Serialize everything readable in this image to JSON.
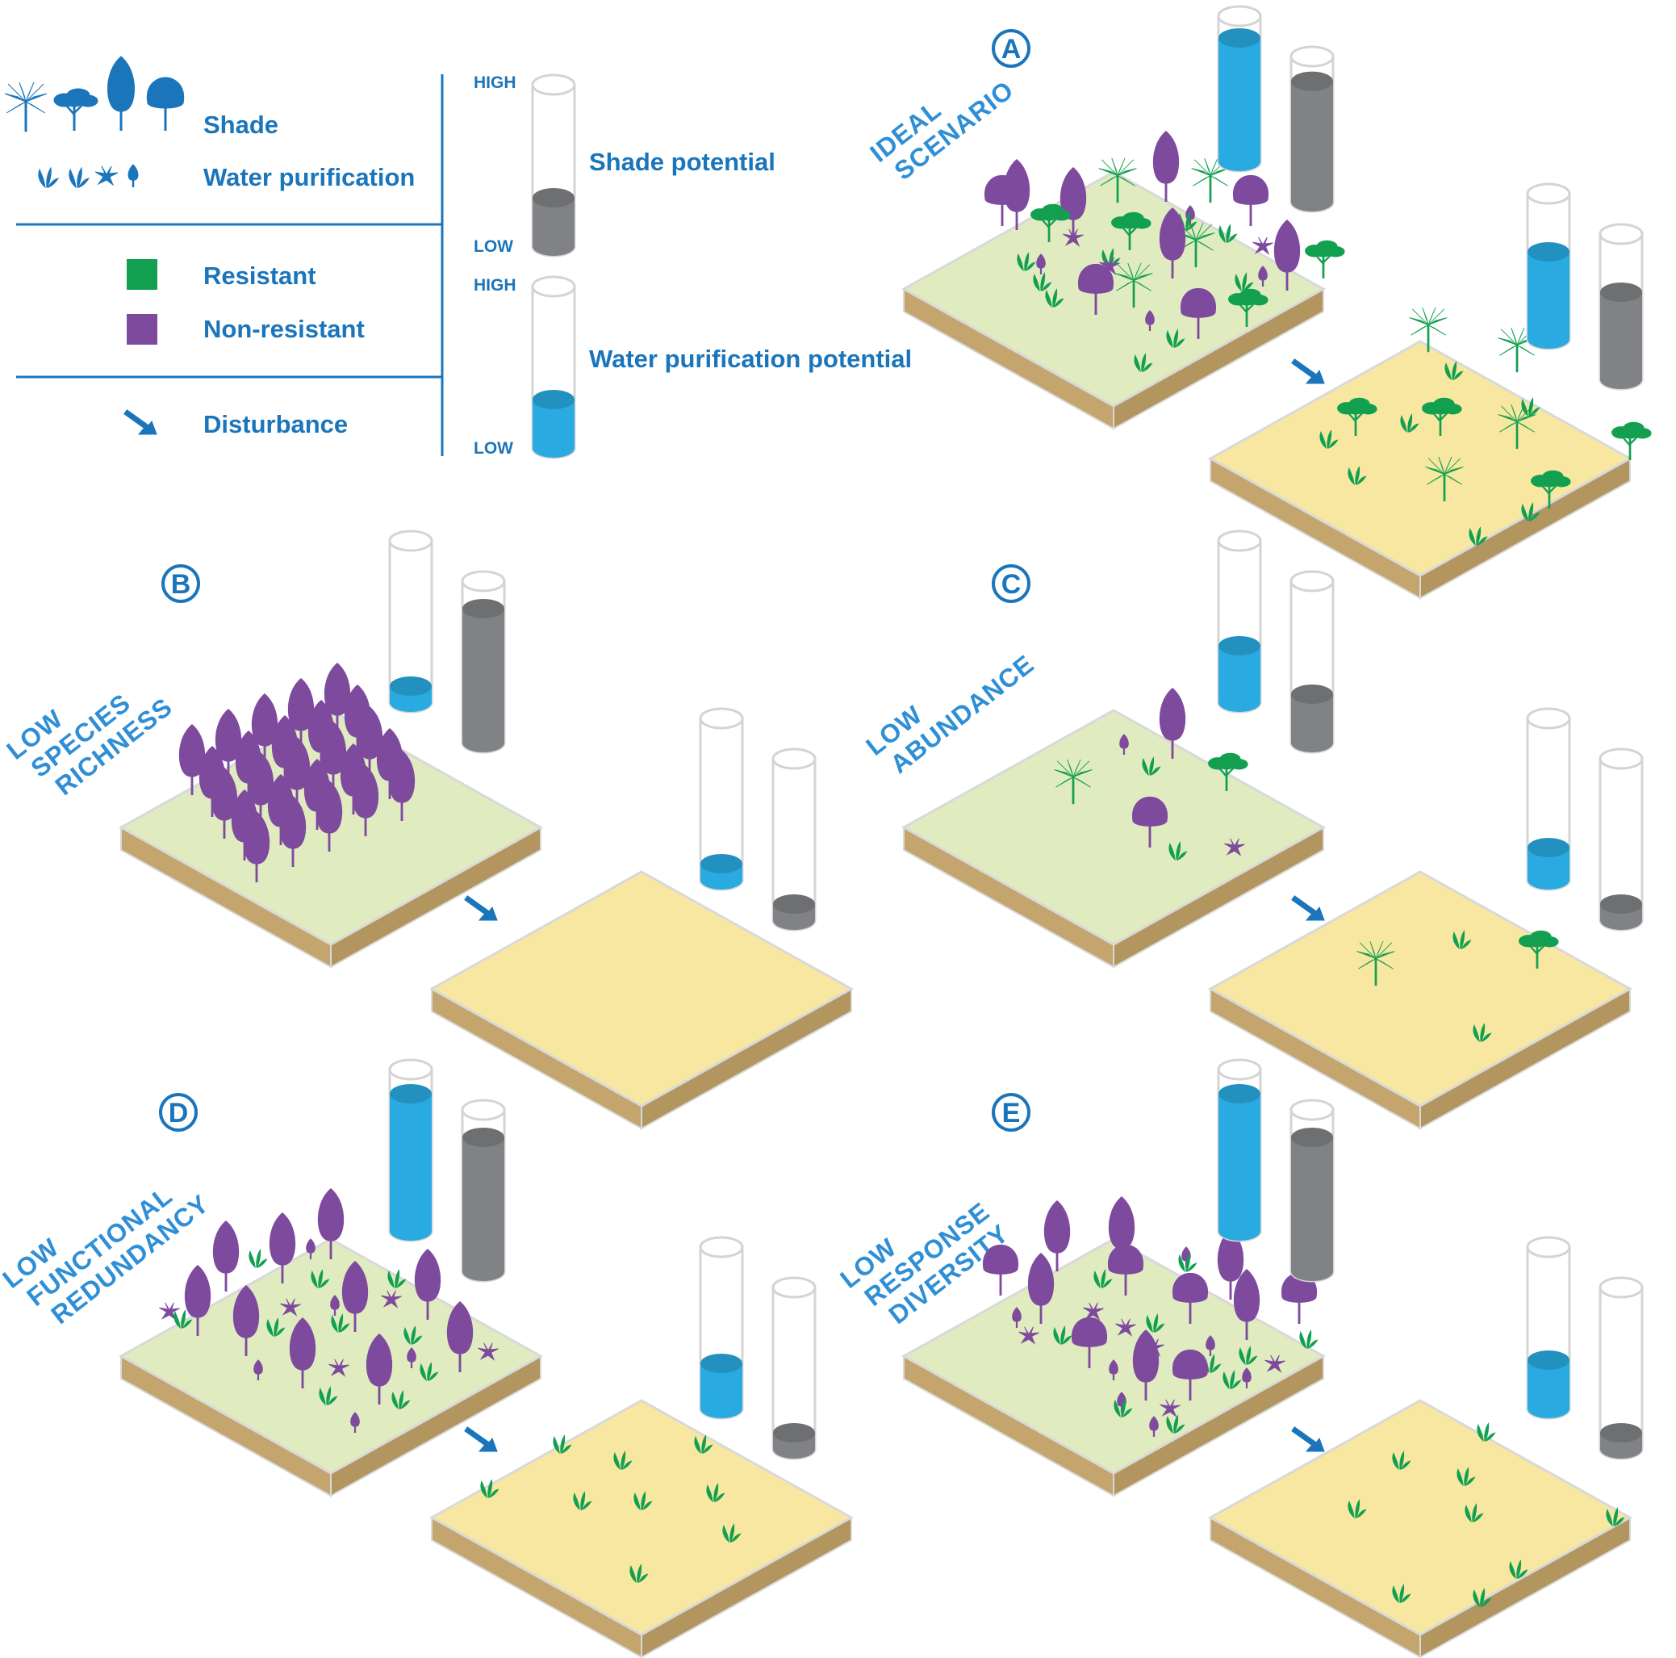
{
  "colors": {
    "accent": "#1b75bb",
    "scenario_text": "#2f8fd6",
    "resistant": "#12a050",
    "non_resistant": "#7e4a9e",
    "water": "#29abe2",
    "shade": "#808285",
    "grass_top": "#e0ebc0",
    "sand_top": "#f7e7a1",
    "soil_side": "#c3a56d"
  },
  "legend": {
    "shade": "Shade",
    "water_purification": "Water purification",
    "resistant": "Resistant",
    "non_resistant": "Non-resistant",
    "disturbance": "Disturbance",
    "high_1": "HIGH",
    "low_1": "LOW",
    "shade_potential": "Shade potential",
    "high_2": "HIGH",
    "low_2": "LOW",
    "water_potential": "Water purification potential",
    "shade_icons": [
      "palm-tree-icon",
      "acacia-tree-icon",
      "tall-tree-icon",
      "round-tree-icon"
    ],
    "water_icons": [
      "grass-tuft-icon",
      "grass-tuft-icon",
      "star-plant-icon",
      "small-tree-icon"
    ],
    "example_water_level": 0.3,
    "example_shade_level": 0.3
  },
  "panels": [
    {
      "letter": "A",
      "scenario": [
        "IDEAL",
        "SCENARIO"
      ],
      "before": {
        "water": 0.85,
        "shade": 0.83
      },
      "after": {
        "water": 0.6,
        "shade": 0.6
      }
    },
    {
      "letter": "B",
      "scenario": [
        "LOW",
        "SPECIES",
        "RICHNESS"
      ],
      "before": {
        "water": 0.1,
        "shade": 0.83
      },
      "after": {
        "water": 0.1,
        "shade": 0.1
      }
    },
    {
      "letter": "C",
      "scenario": [
        "LOW",
        "ABUNDANCE"
      ],
      "before": {
        "water": 0.35,
        "shade": 0.3
      },
      "after": {
        "water": 0.2,
        "shade": 0.1
      }
    },
    {
      "letter": "D",
      "scenario": [
        "LOW",
        "FUNCTIONAL",
        "REDUNDANCY"
      ],
      "before": {
        "water": 0.85,
        "shade": 0.83
      },
      "after": {
        "water": 0.28,
        "shade": 0.1
      }
    },
    {
      "letter": "E",
      "scenario": [
        "LOW",
        "RESPONSE",
        "DIVERSITY"
      ],
      "before": {
        "water": 0.85,
        "shade": 0.83
      },
      "after": {
        "water": 0.3,
        "shade": 0.1
      }
    }
  ]
}
